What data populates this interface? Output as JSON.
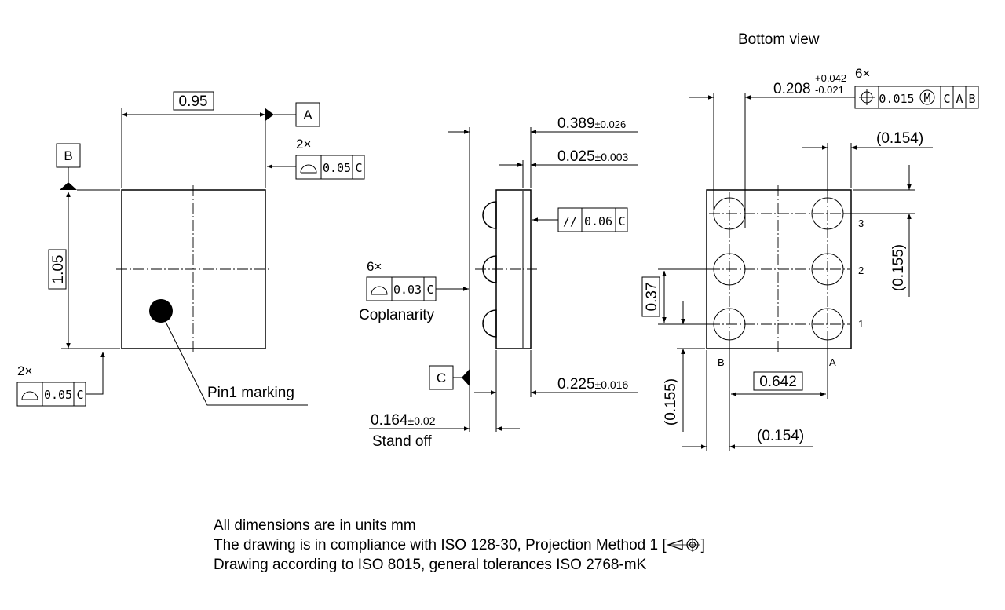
{
  "views": {
    "bottom_view_title": "Bottom view"
  },
  "top_view": {
    "width_dim": "0.95",
    "height_dim": "1.05",
    "datum_a": "A",
    "datum_b": "B",
    "right_fcf": {
      "count": "2×",
      "value": "0.05",
      "datum": "C"
    },
    "bottom_fcf": {
      "count": "2×",
      "value": "0.05",
      "datum": "C"
    },
    "pin1_label": "Pin1 marking"
  },
  "side_view": {
    "dim_total": "0.389",
    "dim_total_tol": "±0.026",
    "dim_top": "0.025",
    "dim_top_tol": "±0.003",
    "dim_body": "0.225",
    "dim_body_tol": "±0.016",
    "dim_standoff": "0.164",
    "dim_standoff_tol": "±0.02",
    "standoff_label": "Stand off",
    "parallel_fcf": {
      "symbol": "//",
      "value": "0.06",
      "datum": "C"
    },
    "coplanarity_fcf": {
      "count": "6×",
      "value": "0.03",
      "datum": "C"
    },
    "coplanarity_label": "Coplanarity",
    "datum_c": "C"
  },
  "bottom_view": {
    "ball_dia": "0.208",
    "ball_dia_tol_plus": "+0.042",
    "ball_dia_tol_minus": "-0.021",
    "ball_count": "6×",
    "position_fcf": {
      "value": "0.015",
      "modifier": "M",
      "datum1": "C",
      "datum2": "A",
      "datum3": "B"
    },
    "edge_top_right": "(0.154)",
    "edge_right_top": "(0.155)",
    "edge_left_bottom": "(0.155)",
    "edge_bottom_left": "(0.154)",
    "pitch_row": "0.37",
    "pitch_col": "0.642",
    "row_labels": [
      "3",
      "2",
      "1"
    ],
    "col_labels": [
      "B",
      "A"
    ]
  },
  "notes": [
    "All dimensions are in units mm",
    "The drawing is in compliance with ISO 128-30, Projection Method 1 [",
    "Drawing according to ISO 8015, general tolerances ISO 2768-mK"
  ],
  "notes_line2_end": "]"
}
